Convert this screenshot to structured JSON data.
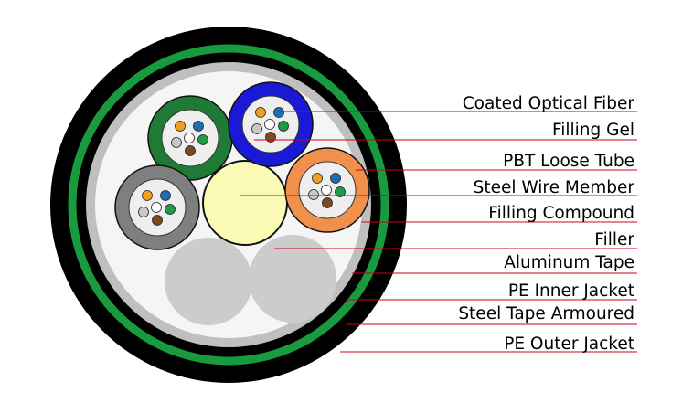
{
  "labels": [
    "Coated Optical Fiber",
    "Filling Gel",
    "PBT Loose Tube",
    "Steel Wire Member",
    "Filling Compound",
    "Filler",
    "Aluminum Tape",
    "PE Inner Jacket",
    "Steel Tape Armoured",
    "PE Outer Jacket"
  ],
  "colors": {
    "outer_jacket": "#000000",
    "armour_stripe": "#1a9a3e",
    "aluminum_tape": "#bfbfbf",
    "filling_compound": "#f5f5f5",
    "steel_wire_member": "#fafab4",
    "filler": "#cccccc",
    "leader_line": "#d0021b",
    "tube_green": "#1f7a36",
    "tube_blue": "#1a1ad6",
    "tube_orange": "#f0904a",
    "tube_gray": "#7f7f7f",
    "tube_gel": "#eeeeee",
    "fibers": [
      "#f0a020",
      "#1f6fb0",
      "#1e9a4a",
      "#7a4a20",
      "#ffffff",
      "#c8c8c8"
    ]
  },
  "loose_tubes": [
    "tube_green",
    "tube_blue",
    "tube_orange",
    "tube_gray"
  ]
}
